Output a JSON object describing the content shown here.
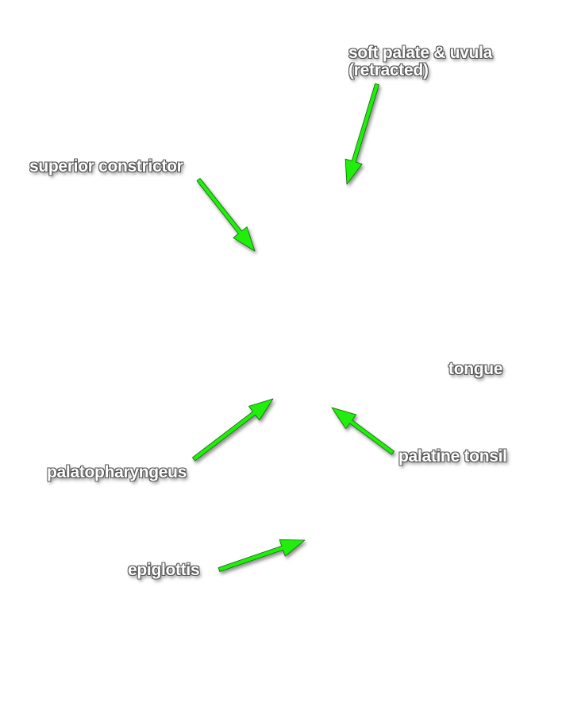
{
  "colors": {
    "arrow": "#22ee11",
    "arrow_outline": "#0a6a05",
    "label_text": "#ffffff",
    "label_outline": "#555555"
  },
  "labels": {
    "soft_palate_line1": "soft palate & uvula",
    "soft_palate_line2": "(retracted)",
    "superior_constrictor": "superior constrictor",
    "tongue": "tongue",
    "palatine_tonsil": "palatine tonsil",
    "palatopharyngeus": "palatopharyngeus",
    "epiglottis": "epiglottis"
  }
}
